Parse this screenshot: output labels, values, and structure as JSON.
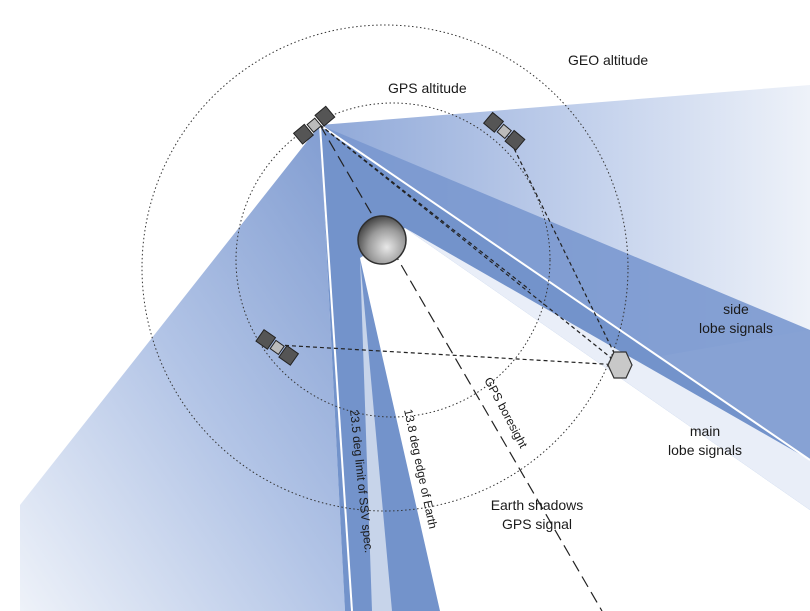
{
  "labels": {
    "geo_altitude": "GEO altitude",
    "gps_altitude": "GPS altitude",
    "side_lobe_line1": "side",
    "side_lobe_line2": "lobe signals",
    "main_lobe_line1": "main",
    "main_lobe_line2": "lobe signals",
    "earth_shadows_line1": "Earth shadows",
    "earth_shadows_line2": "GPS signal",
    "gps_boresight": "GPS boresight",
    "edge_of_earth": "13.8 deg edge of Earth",
    "ssv_limit": "23.5 deg limit of SSV spec."
  },
  "colors": {
    "main_lobe": "#6f8fc9",
    "side_lobe": "#a9bde3",
    "side_lobe_fade": "#e6ecf7",
    "earth": "#5a5a5a",
    "satellite_body": "#5c5c5c",
    "receiver": "#c8c8c8"
  }
}
